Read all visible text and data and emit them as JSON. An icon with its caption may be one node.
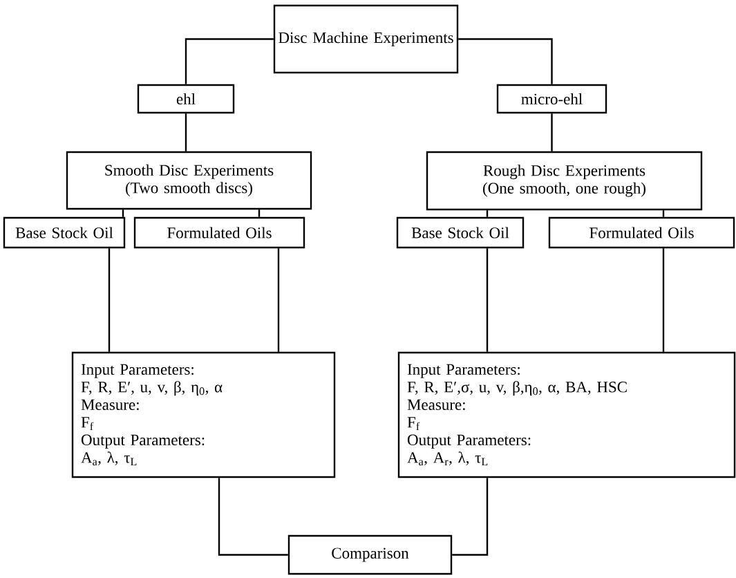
{
  "diagram": {
    "nodes": [
      {
        "text": [
          "Disc Machine Experiments"
        ]
      },
      {
        "text": [
          "ehl"
        ]
      },
      {
        "text": [
          "micro-ehl"
        ]
      },
      {
        "text": [
          "Smooth Disc Experiments",
          "(Two smooth discs)"
        ]
      },
      {
        "text": [
          "Rough Disc Experiments",
          "(One smooth, one rough)"
        ]
      },
      {
        "text": [
          "Base Stock Oil"
        ]
      },
      {
        "text": [
          "Formulated Oils"
        ]
      },
      {
        "text": [
          "Base Stock Oil"
        ]
      },
      {
        "text": [
          "Formulated Oils"
        ]
      },
      {
        "text": [
          "Input Parameters:",
          "F, R, E′, u, v, β, η$_{0}$, α",
          "Measure:",
          "F$_{f}$",
          "Output Parameters:",
          "A$_{a}$, λ, τ$_{L}$"
        ]
      },
      {
        "text": [
          "Input Parameters:",
          "F, R, E′,σ, u, v, β,η$_{0}$, α, BA, HSC",
          "Measure:",
          "F$_{f}$",
          "Output Parameters:",
          "A$_{a}$, A$_{r}$, λ, τ$_{L}$"
        ]
      },
      {
        "text": [
          "Comparison"
        ]
      }
    ],
    "edges": [
      {
        "from": 0,
        "to": 1,
        "arrow": "none"
      },
      {
        "from": 0,
        "to": 2,
        "arrow": "none"
      },
      {
        "from": 1,
        "to": 3,
        "arrow": "none"
      },
      {
        "from": 2,
        "to": 4,
        "arrow": "none"
      },
      {
        "from": 3,
        "to": 5,
        "arrow": "none"
      },
      {
        "from": 3,
        "to": 6,
        "arrow": "none"
      },
      {
        "from": 4,
        "to": 7,
        "arrow": "none"
      },
      {
        "from": 4,
        "to": 8,
        "arrow": "none"
      },
      {
        "from": 5,
        "to": 9,
        "arrow": "none"
      },
      {
        "from": 6,
        "to": 9,
        "arrow": "none"
      },
      {
        "from": 7,
        "to": 10,
        "arrow": "none"
      },
      {
        "from": 8,
        "to": 10,
        "arrow": "none"
      },
      {
        "from": 9,
        "to": 11,
        "arrow": "none"
      },
      {
        "from": 10,
        "to": 11,
        "arrow": "none"
      }
    ]
  }
}
